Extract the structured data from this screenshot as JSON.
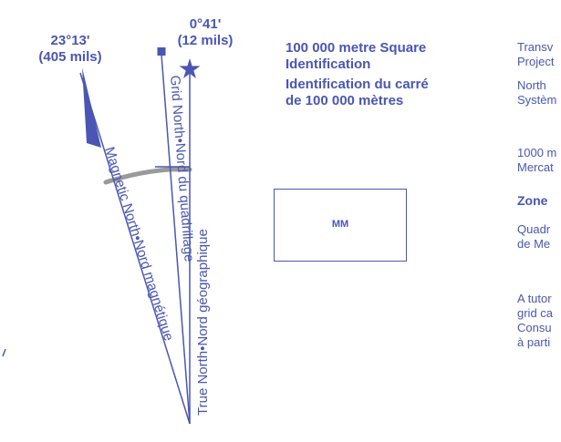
{
  "declination": {
    "magnetic": {
      "degrees": "23°13'",
      "mils": "(405 mils)"
    },
    "grid": {
      "degrees": "0°41'",
      "mils": "(12 mils)"
    }
  },
  "lines": {
    "magnetic_north": "Magnetic North•Nord magnétique",
    "grid_north": "Grid North•Nord du quadrillage",
    "true_north": "True North•Nord géographique"
  },
  "identification": {
    "en_line1": "100 000 metre Square",
    "en_line2": "Identification",
    "fr_line1": "Identification du carré",
    "fr_line2": "de 100 000 mètres"
  },
  "square_id": "MM",
  "right_column": {
    "line1": "Transv",
    "line2": "Project",
    "line3": "North",
    "line4": "Systèm",
    "line5": "1000 m",
    "line6": "Mercat",
    "zone_label": "Zone",
    "line8": "Quadr",
    "line9": "de Me",
    "line10": "A tutor",
    "line11": "grid ca",
    "line12": "Consu",
    "line13": "à parti"
  },
  "colors": {
    "ink": "#4a56b3",
    "arc": "#9a9a9a"
  }
}
